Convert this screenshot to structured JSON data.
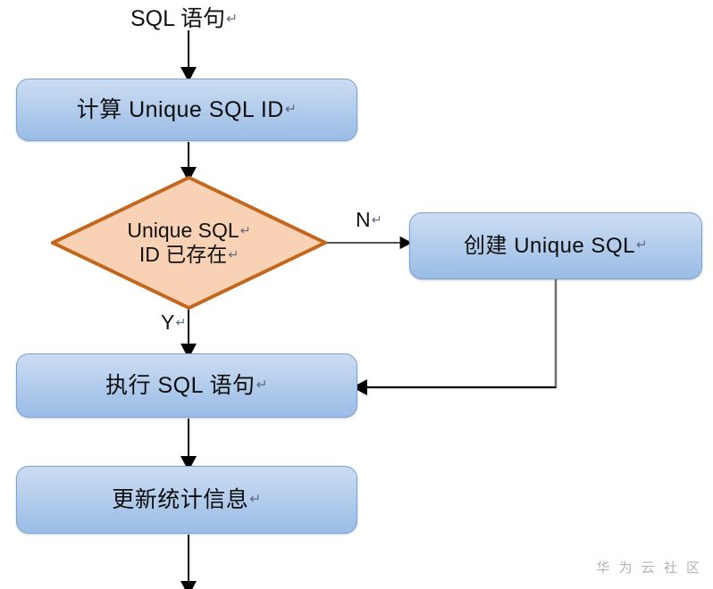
{
  "diagram": {
    "title": "SQL Unique SQL ID flowchart",
    "type": "flowchart",
    "colors": {
      "process_fill_top": "#cbdcf2",
      "process_fill_bottom": "#9bbde5",
      "process_border": "#7ba2d0",
      "decision_fill": "#f9d2b5",
      "decision_border": "#c4671d",
      "connector": "#000000",
      "connector_gray": "#808080",
      "text": "#0d0d0d",
      "watermark": "#b4b4b4"
    },
    "entry_label": {
      "text": "SQL 语句",
      "mark": "↵"
    },
    "nodes": [
      {
        "id": "calc-unique-sql-id",
        "shape": "process",
        "text": "计算 Unique SQL ID",
        "mark": "↵"
      },
      {
        "id": "unique-sql-id-exists",
        "shape": "decision",
        "line1": "Unique SQL",
        "line2": "ID 已存在",
        "mark": "↵"
      },
      {
        "id": "create-unique-sql",
        "shape": "process",
        "text": "创建 Unique SQL",
        "mark": "↵"
      },
      {
        "id": "execute-sql",
        "shape": "process",
        "text": "执行  SQL  语句",
        "mark": "↵"
      },
      {
        "id": "update-statistics",
        "shape": "process",
        "text": "更新统计信息",
        "mark": "↵"
      }
    ],
    "branch_labels": {
      "no": "N",
      "no_mark": "↵",
      "yes": "Y",
      "yes_mark": "↵"
    },
    "watermark": "华 为 云 社 区"
  }
}
